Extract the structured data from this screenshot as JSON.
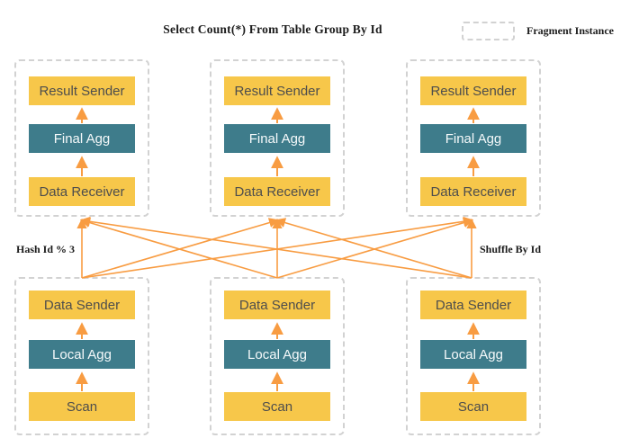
{
  "title": "Select Count(*) From Table Group By Id",
  "legend": {
    "label": "Fragment Instance"
  },
  "labels": {
    "left_edge": "Hash Id % 3",
    "right_edge": "Shuffle By Id"
  },
  "colors": {
    "node_yellow": "#F7C74A",
    "node_teal": "#3E7C8B",
    "arrow_orange": "#F89C42",
    "fragment_border": "#D2D2D2"
  },
  "top_fragments": [
    {
      "nodes": [
        {
          "label": "Result Sender"
        },
        {
          "label": "Final Agg"
        },
        {
          "label": "Data Receiver"
        }
      ]
    },
    {
      "nodes": [
        {
          "label": "Result Sender"
        },
        {
          "label": "Final Agg"
        },
        {
          "label": "Data Receiver"
        }
      ]
    },
    {
      "nodes": [
        {
          "label": "Result Sender"
        },
        {
          "label": "Final Agg"
        },
        {
          "label": "Data Receiver"
        }
      ]
    }
  ],
  "bottom_fragments": [
    {
      "nodes": [
        {
          "label": "Data Sender"
        },
        {
          "label": "Local Agg"
        },
        {
          "label": "Scan"
        }
      ]
    },
    {
      "nodes": [
        {
          "label": "Data Sender"
        },
        {
          "label": "Local Agg"
        },
        {
          "label": "Scan"
        }
      ]
    },
    {
      "nodes": [
        {
          "label": "Data Sender"
        },
        {
          "label": "Local Agg"
        },
        {
          "label": "Scan"
        }
      ]
    }
  ]
}
